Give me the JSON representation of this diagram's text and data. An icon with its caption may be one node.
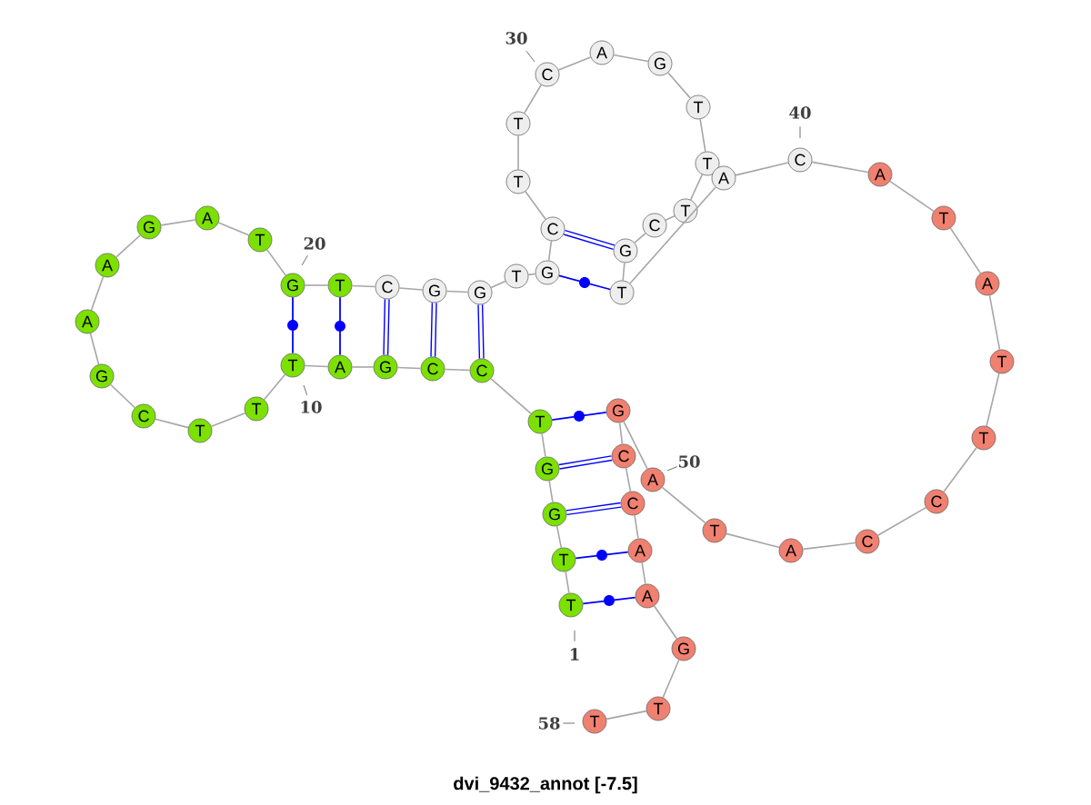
{
  "diagram": {
    "caption": "dvi_9432_annot [-7.5]",
    "nodes": [
      {
        "text": [
          "T"
        ],
        "beside": [
          "1"
        ]
      },
      {
        "text": [
          "T"
        ]
      },
      {
        "text": [
          "G"
        ]
      },
      {
        "text": [
          "G"
        ]
      },
      {
        "text": [
          "T"
        ]
      },
      {
        "text": [
          "C"
        ]
      },
      {
        "text": [
          "C"
        ]
      },
      {
        "text": [
          "G"
        ]
      },
      {
        "text": [
          "A"
        ]
      },
      {
        "text": [
          "T"
        ],
        "beside": [
          "10"
        ]
      },
      {
        "text": [
          "T"
        ]
      },
      {
        "text": [
          "T"
        ]
      },
      {
        "text": [
          "C"
        ]
      },
      {
        "text": [
          "G"
        ]
      },
      {
        "text": [
          "A"
        ]
      },
      {
        "text": [
          "A"
        ]
      },
      {
        "text": [
          "G"
        ]
      },
      {
        "text": [
          "A"
        ]
      },
      {
        "text": [
          "T"
        ]
      },
      {
        "text": [
          "G"
        ],
        "beside": [
          "20"
        ]
      },
      {
        "text": [
          "T"
        ]
      },
      {
        "text": [
          "C"
        ]
      },
      {
        "text": [
          "G"
        ]
      },
      {
        "text": [
          "G"
        ]
      },
      {
        "text": [
          "T"
        ]
      },
      {
        "text": [
          "G"
        ]
      },
      {
        "text": [
          "C"
        ]
      },
      {
        "text": [
          "T"
        ]
      },
      {
        "text": [
          "T"
        ]
      },
      {
        "text": [
          "C"
        ],
        "beside": [
          "30"
        ]
      },
      {
        "text": [
          "A"
        ]
      },
      {
        "text": [
          "G"
        ]
      },
      {
        "text": [
          "T"
        ]
      },
      {
        "text": [
          "T"
        ]
      },
      {
        "text": [
          "T"
        ]
      },
      {
        "text": [
          "C"
        ]
      },
      {
        "text": [
          "G"
        ]
      },
      {
        "text": [
          "T"
        ]
      },
      {
        "text": [
          "A"
        ]
      },
      {
        "text": [
          "C"
        ],
        "beside": [
          "40"
        ]
      },
      {
        "text": [
          "A"
        ]
      },
      {
        "text": [
          "T"
        ]
      },
      {
        "text": [
          "A"
        ]
      },
      {
        "text": [
          "T"
        ]
      },
      {
        "text": [
          "T"
        ]
      },
      {
        "text": [
          "C"
        ]
      },
      {
        "text": [
          "C"
        ]
      },
      {
        "text": [
          "A"
        ]
      },
      {
        "text": [
          "T"
        ]
      },
      {
        "text": [
          "A"
        ],
        "beside": [
          "50"
        ]
      },
      {
        "text": [
          "G"
        ]
      },
      {
        "text": [
          "C"
        ]
      },
      {
        "text": [
          "C"
        ]
      },
      {
        "text": [
          "A"
        ]
      },
      {
        "text": [
          "A"
        ]
      },
      {
        "text": [
          "G"
        ]
      },
      {
        "text": [
          "T"
        ]
      },
      {
        "text": [
          "T"
        ],
        "beside": [
          "58"
        ]
      }
    ],
    "edges": [
      {
        "from": 0,
        "to": 1,
        "arrow": "none"
      },
      {
        "from": 1,
        "to": 2,
        "arrow": "none"
      },
      {
        "from": 2,
        "to": 3,
        "arrow": "none"
      },
      {
        "from": 3,
        "to": 4,
        "arrow": "none"
      },
      {
        "from": 4,
        "to": 5,
        "arrow": "none"
      },
      {
        "from": 5,
        "to": 6,
        "arrow": "none"
      },
      {
        "from": 6,
        "to": 7,
        "arrow": "none"
      },
      {
        "from": 7,
        "to": 8,
        "arrow": "none"
      },
      {
        "from": 8,
        "to": 9,
        "arrow": "none"
      },
      {
        "from": 9,
        "to": 10,
        "arrow": "none"
      },
      {
        "from": 10,
        "to": 11,
        "arrow": "none"
      },
      {
        "from": 11,
        "to": 12,
        "arrow": "none"
      },
      {
        "from": 12,
        "to": 13,
        "arrow": "none"
      },
      {
        "from": 13,
        "to": 14,
        "arrow": "none"
      },
      {
        "from": 14,
        "to": 15,
        "arrow": "none"
      },
      {
        "from": 15,
        "to": 16,
        "arrow": "none"
      },
      {
        "from": 16,
        "to": 17,
        "arrow": "none"
      },
      {
        "from": 17,
        "to": 18,
        "arrow": "none"
      },
      {
        "from": 18,
        "to": 19,
        "arrow": "none"
      },
      {
        "from": 19,
        "to": 20,
        "arrow": "none"
      },
      {
        "from": 20,
        "to": 21,
        "arrow": "none"
      },
      {
        "from": 21,
        "to": 22,
        "arrow": "none"
      },
      {
        "from": 22,
        "to": 23,
        "arrow": "none"
      },
      {
        "from": 23,
        "to": 24,
        "arrow": "none"
      },
      {
        "from": 24,
        "to": 25,
        "arrow": "none"
      },
      {
        "from": 25,
        "to": 26,
        "arrow": "none"
      },
      {
        "from": 26,
        "to": 27,
        "arrow": "none"
      },
      {
        "from": 27,
        "to": 28,
        "arrow": "none"
      },
      {
        "from": 28,
        "to": 29,
        "arrow": "none"
      },
      {
        "from": 29,
        "to": 30,
        "arrow": "none"
      },
      {
        "from": 30,
        "to": 31,
        "arrow": "none"
      },
      {
        "from": 31,
        "to": 32,
        "arrow": "none"
      },
      {
        "from": 32,
        "to": 33,
        "arrow": "none"
      },
      {
        "from": 33,
        "to": 34,
        "arrow": "none"
      },
      {
        "from": 34,
        "to": 35,
        "arrow": "none"
      },
      {
        "from": 35,
        "to": 36,
        "arrow": "none"
      },
      {
        "from": 36,
        "to": 37,
        "arrow": "none"
      },
      {
        "from": 37,
        "to": 38,
        "arrow": "none"
      },
      {
        "from": 38,
        "to": 39,
        "arrow": "none"
      },
      {
        "from": 39,
        "to": 40,
        "arrow": "none"
      },
      {
        "from": 40,
        "to": 41,
        "arrow": "none"
      },
      {
        "from": 41,
        "to": 42,
        "arrow": "none"
      },
      {
        "from": 42,
        "to": 43,
        "arrow": "none"
      },
      {
        "from": 43,
        "to": 44,
        "arrow": "none"
      },
      {
        "from": 44,
        "to": 45,
        "arrow": "none"
      },
      {
        "from": 45,
        "to": 46,
        "arrow": "none"
      },
      {
        "from": 46,
        "to": 47,
        "arrow": "none"
      },
      {
        "from": 47,
        "to": 48,
        "arrow": "none"
      },
      {
        "from": 48,
        "to": 49,
        "arrow": "none"
      },
      {
        "from": 49,
        "to": 50,
        "arrow": "none"
      },
      {
        "from": 50,
        "to": 51,
        "arrow": "none"
      },
      {
        "from": 51,
        "to": 52,
        "arrow": "none"
      },
      {
        "from": 52,
        "to": 53,
        "arrow": "none"
      },
      {
        "from": 53,
        "to": 54,
        "arrow": "none"
      },
      {
        "from": 54,
        "to": 55,
        "arrow": "none"
      },
      {
        "from": 55,
        "to": 56,
        "arrow": "none"
      },
      {
        "from": 56,
        "to": 57,
        "arrow": "none"
      },
      {
        "from": 0,
        "to": 54,
        "arrow": "none",
        "color": "#0000ff"
      },
      {
        "from": 1,
        "to": 53,
        "arrow": "none",
        "color": "#0000ff"
      },
      {
        "from": 2,
        "to": 52,
        "arrow": "none",
        "color": "#0000ff",
        "style": "thick"
      },
      {
        "from": 3,
        "to": 51,
        "arrow": "none",
        "color": "#0000ff",
        "style": "thick"
      },
      {
        "from": 4,
        "to": 50,
        "arrow": "none",
        "color": "#0000ff"
      },
      {
        "from": 5,
        "to": 23,
        "arrow": "none",
        "color": "#0000ff",
        "style": "thick"
      },
      {
        "from": 6,
        "to": 22,
        "arrow": "none",
        "color": "#0000ff",
        "style": "thick"
      },
      {
        "from": 7,
        "to": 21,
        "arrow": "none",
        "color": "#0000ff",
        "style": "thick"
      },
      {
        "from": 8,
        "to": 20,
        "arrow": "none",
        "color": "#0000ff"
      },
      {
        "from": 9,
        "to": 19,
        "arrow": "none",
        "color": "#0000ff"
      },
      {
        "from": 25,
        "to": 37,
        "arrow": "none",
        "color": "#0000ff"
      },
      {
        "from": 26,
        "to": 36,
        "arrow": "none",
        "color": "#0000ff",
        "style": "thick"
      }
    ]
  }
}
